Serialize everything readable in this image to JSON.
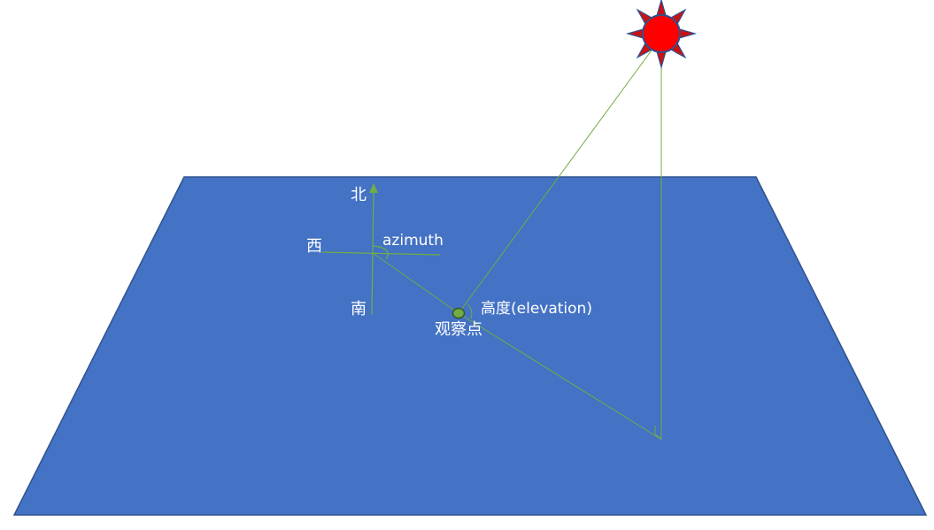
{
  "labels": {
    "north": "北",
    "west": "西",
    "south": "南",
    "azimuth": "azimuth",
    "elevation": "高度(elevation)",
    "observer": "观察点"
  },
  "colors": {
    "background": "#ffffff",
    "ground_fill": "#4472c4",
    "ground_stroke": "#2f528f",
    "line": "#70ad47",
    "observer_fill": "#70ad47",
    "observer_stroke": "#385723",
    "sun_fill": "#ff0000",
    "sun_rays": "#cc1111",
    "sun_stroke": "#2f528f",
    "label_text": "#ffffff"
  },
  "icons": {
    "sun": "sun-icon",
    "observer": "observer-point-icon",
    "north_arrow": "arrow-up-icon"
  }
}
